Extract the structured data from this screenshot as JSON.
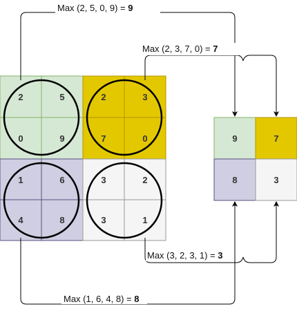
{
  "input_grid": {
    "quadrants": [
      {
        "id": "q-top-left",
        "color": "#d5e8d4",
        "values": [
          "2",
          "5",
          "0",
          "9"
        ]
      },
      {
        "id": "q-top-right",
        "color": "#e3c800",
        "values": [
          "2",
          "3",
          "7",
          "0"
        ]
      },
      {
        "id": "q-bottom-left",
        "color": "#d0cee2",
        "values": [
          "1",
          "6",
          "4",
          "8"
        ]
      },
      {
        "id": "q-bottom-right",
        "color": "#f5f5f5",
        "values": [
          "3",
          "2",
          "3",
          "1"
        ]
      }
    ]
  },
  "output_grid": {
    "cells": [
      {
        "id": "out-top-left",
        "color": "#d5e8d4",
        "value": "9"
      },
      {
        "id": "out-top-right",
        "color": "#e3c800",
        "value": "7"
      },
      {
        "id": "out-bottom-left",
        "color": "#d0cee2",
        "value": "8"
      },
      {
        "id": "out-bottom-right",
        "color": "#f5f5f5",
        "value": "3"
      }
    ]
  },
  "labels": {
    "top_left": {
      "prefix": "Max (2, 5, 0, 9) = ",
      "result": "9"
    },
    "top_right": {
      "prefix": "Max (2, 3, 7, 0) = ",
      "result": "7"
    },
    "bottom_right": {
      "prefix": "Max (3, 2, 3, 1) = ",
      "result": "3"
    },
    "bottom_left": {
      "prefix": "Max (1, 6, 4, 8) = ",
      "result": "8"
    }
  },
  "colors": {
    "grid_line": "#82b366",
    "border": "#666666",
    "circle": "#000000",
    "arrow": "#000000"
  }
}
